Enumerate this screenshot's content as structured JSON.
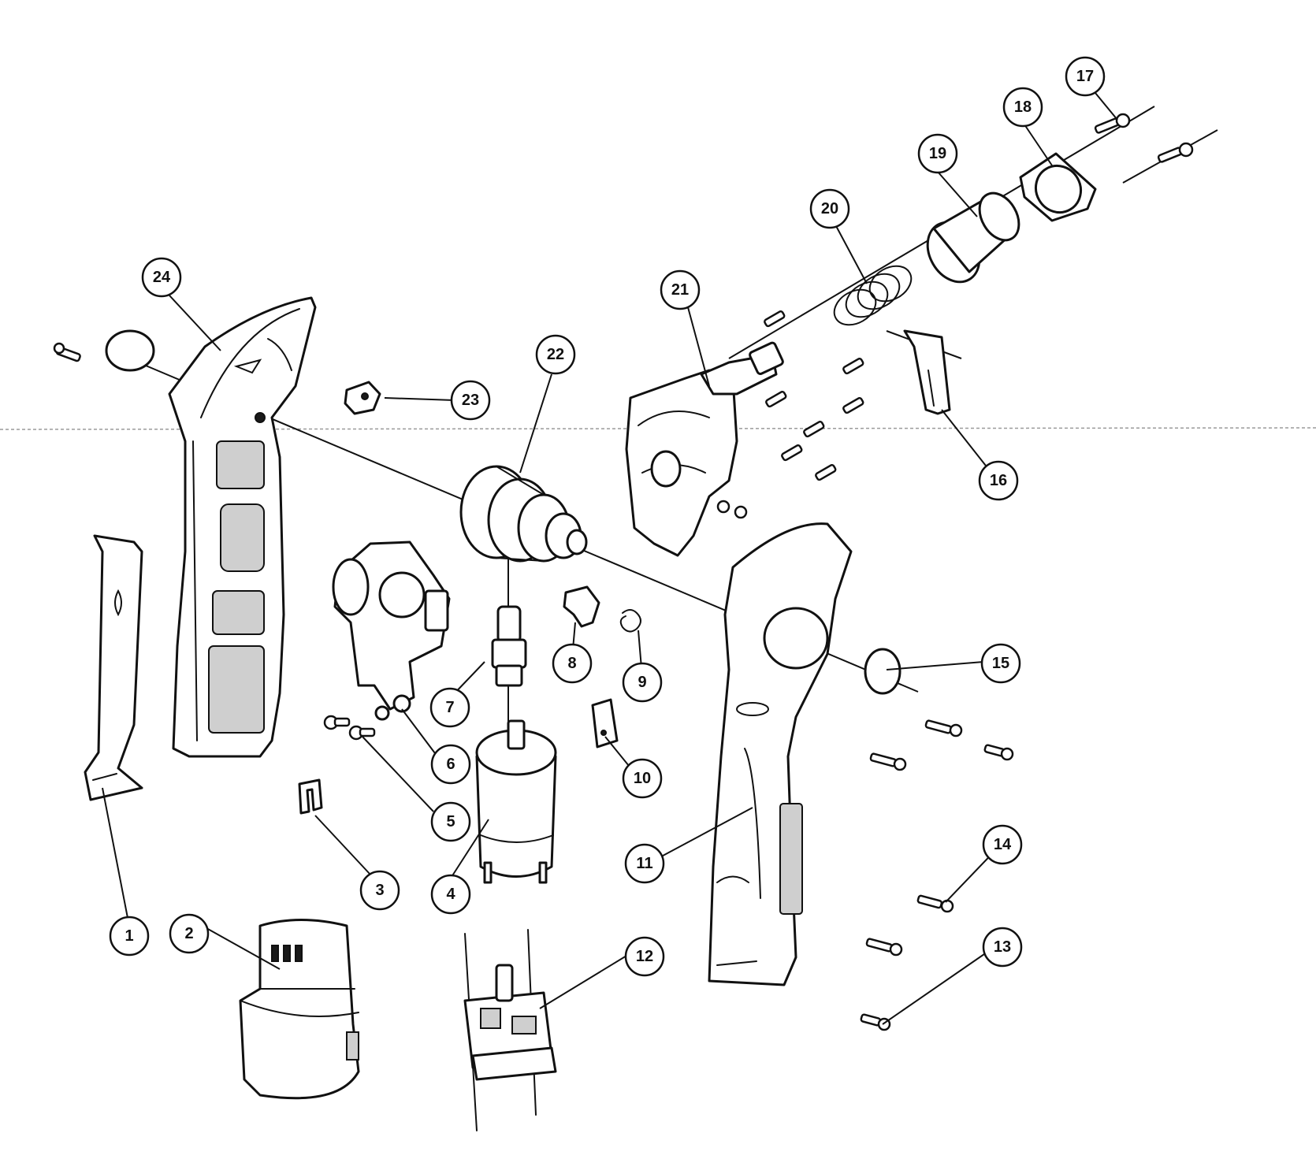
{
  "diagram": {
    "kind": "exploded parts diagram",
    "line_color": "#111111",
    "background": "#ffffff"
  },
  "callouts": [
    {
      "label": "1"
    },
    {
      "label": "2"
    },
    {
      "label": "3"
    },
    {
      "label": "4"
    },
    {
      "label": "5"
    },
    {
      "label": "6"
    },
    {
      "label": "7"
    },
    {
      "label": "8"
    },
    {
      "label": "9"
    },
    {
      "label": "10"
    },
    {
      "label": "11"
    },
    {
      "label": "12"
    },
    {
      "label": "13"
    },
    {
      "label": "14"
    },
    {
      "label": "15"
    },
    {
      "label": "16"
    },
    {
      "label": "17"
    },
    {
      "label": "18"
    },
    {
      "label": "19"
    },
    {
      "label": "20"
    },
    {
      "label": "21"
    },
    {
      "label": "22"
    },
    {
      "label": "23"
    },
    {
      "label": "24"
    }
  ]
}
